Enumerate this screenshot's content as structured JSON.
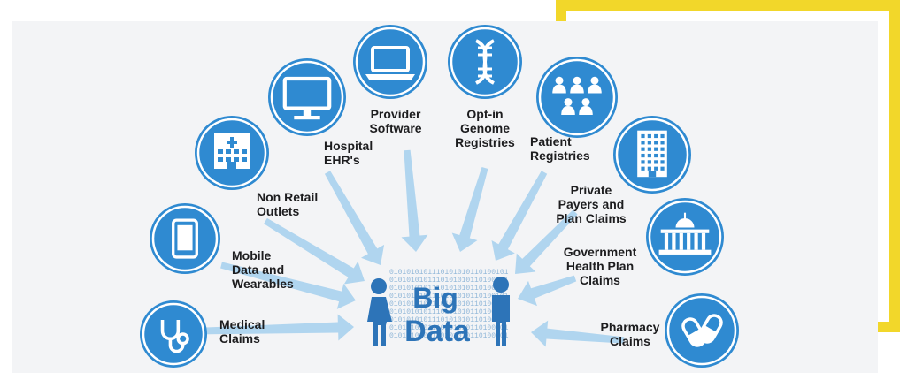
{
  "center": {
    "line1": "Big",
    "line2": "Data",
    "binary": "0101010101110101010110100101"
  },
  "sources": [
    {
      "id": "medical-claims",
      "icon": "stethoscope-icon",
      "label": [
        "Medical",
        "Claims"
      ]
    },
    {
      "id": "mobile-data",
      "icon": "tablet-icon",
      "label": [
        "Mobile",
        "Data and",
        "Wearables"
      ]
    },
    {
      "id": "non-retail",
      "icon": "clinic-building-icon",
      "label": [
        "Non Retail",
        "Outlets"
      ]
    },
    {
      "id": "hospital-ehr",
      "icon": "monitor-icon",
      "label": [
        "Hospital",
        "EHR's"
      ]
    },
    {
      "id": "provider-software",
      "icon": "laptop-icon",
      "label": [
        "Provider",
        "Software"
      ]
    },
    {
      "id": "genome",
      "icon": "dna-icon",
      "label": [
        "Opt-in",
        "Genome",
        "Registries"
      ]
    },
    {
      "id": "patient-registries",
      "icon": "patient-group-icon",
      "label": [
        "Patient",
        "Registries"
      ]
    },
    {
      "id": "private-payers",
      "icon": "office-tower-icon",
      "label": [
        "Private",
        "Payers and",
        "Plan Claims"
      ]
    },
    {
      "id": "government",
      "icon": "capitol-building-icon",
      "label": [
        "Government",
        "Health Plan",
        "Claims"
      ]
    },
    {
      "id": "pharmacy",
      "icon": "pill-capsules-icon",
      "label": [
        "Pharmacy",
        "Claims"
      ]
    }
  ],
  "colors": {
    "accent_frame": "#f2d72a",
    "icon_blue": "#2f8ad1",
    "arrow_blue": "#a9d2ee",
    "panel": "#f3f4f6",
    "text": "#1d1d1f"
  }
}
